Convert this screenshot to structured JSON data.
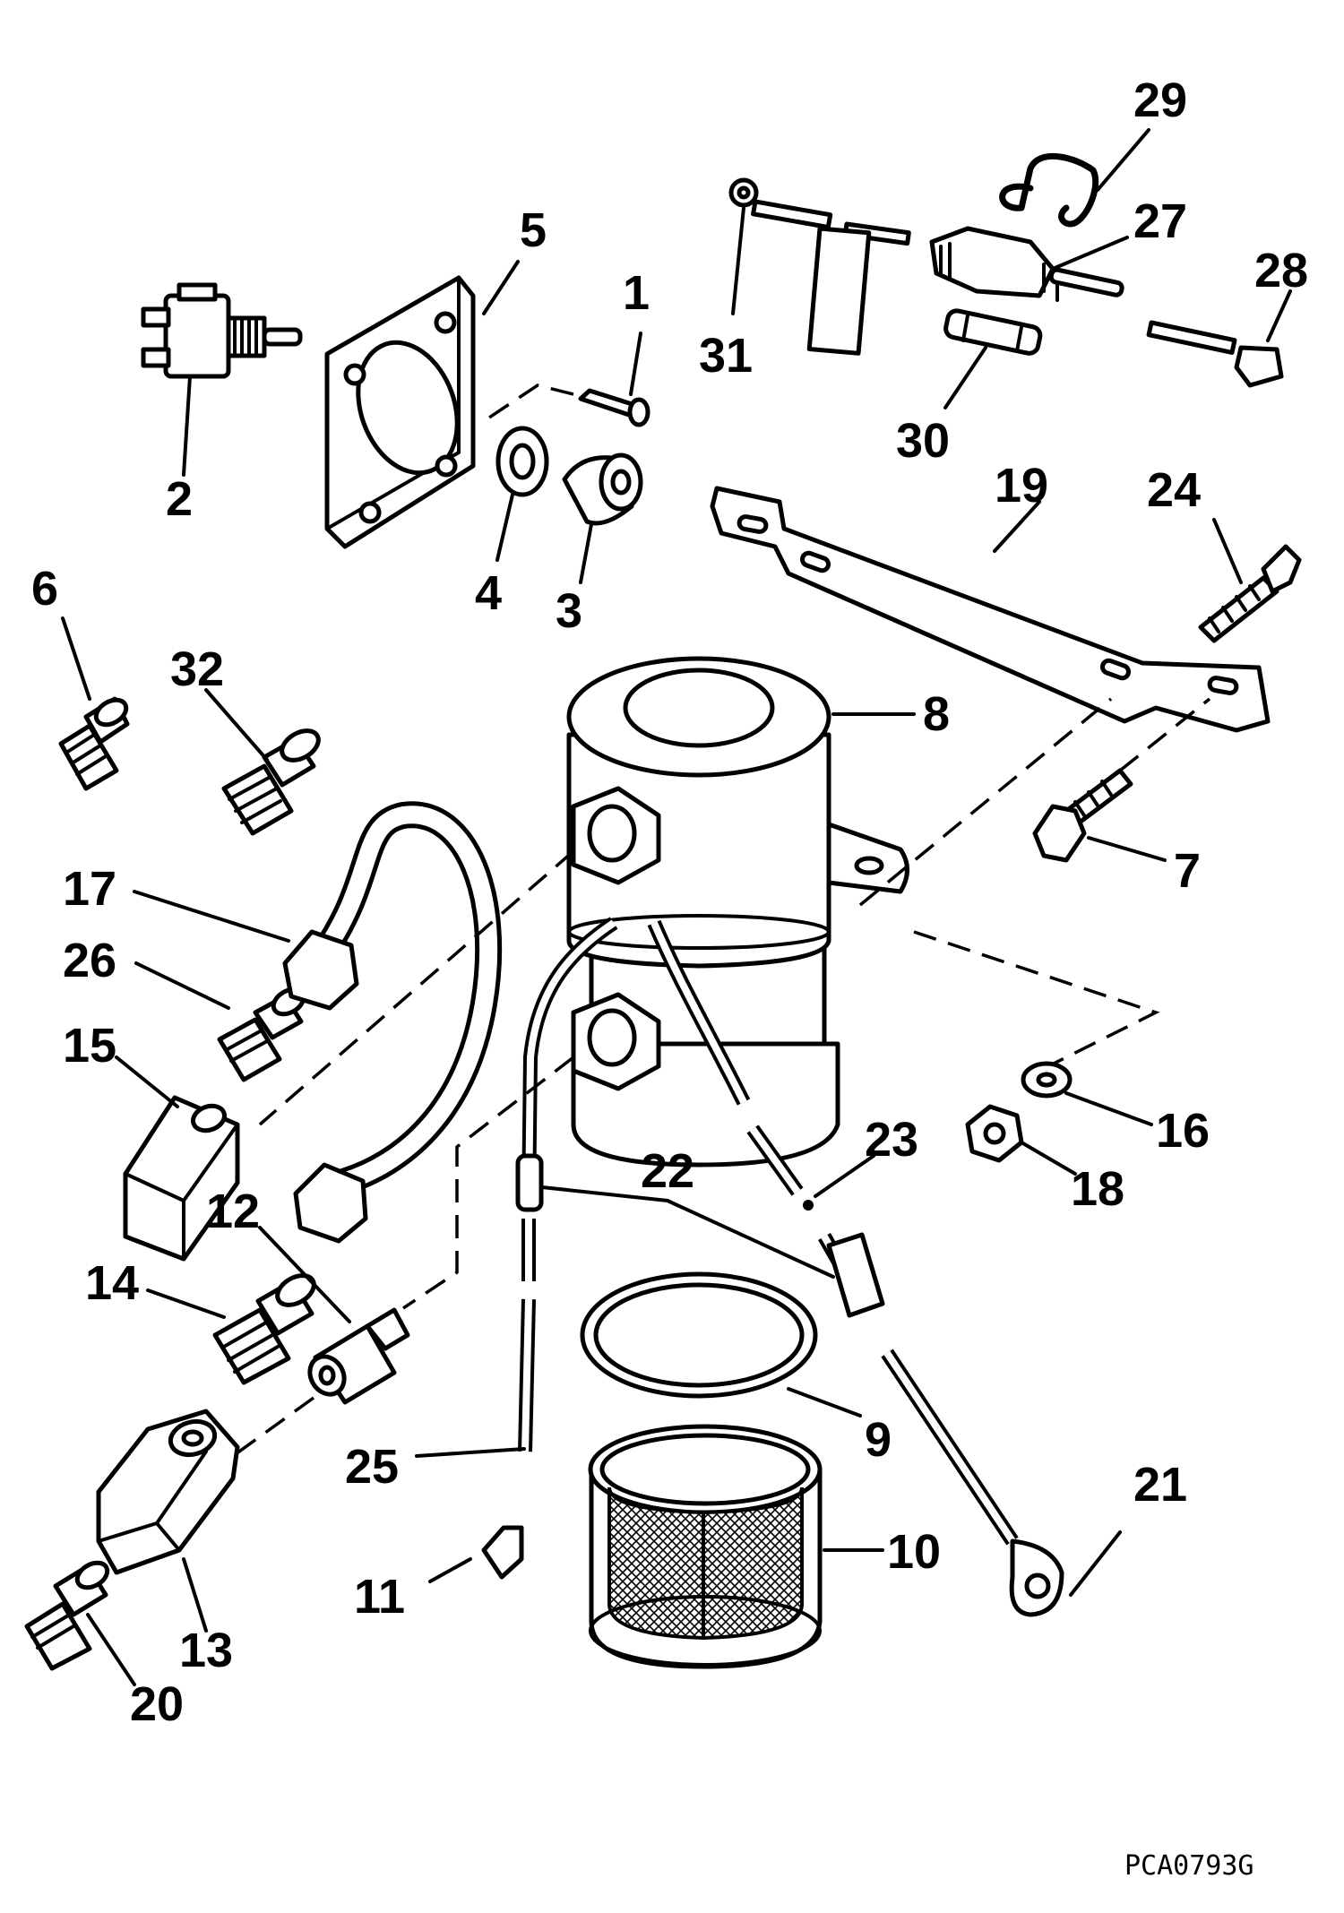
{
  "diagram": {
    "figure_code": "PCA0793G",
    "callouts": [
      "1",
      "2",
      "3",
      "4",
      "5",
      "6",
      "7",
      "8",
      "9",
      "10",
      "11",
      "12",
      "13",
      "14",
      "15",
      "16",
      "17",
      "18",
      "19",
      "20",
      "21",
      "22",
      "23",
      "24",
      "25",
      "26",
      "27",
      "28",
      "29",
      "30",
      "31",
      "32"
    ]
  }
}
